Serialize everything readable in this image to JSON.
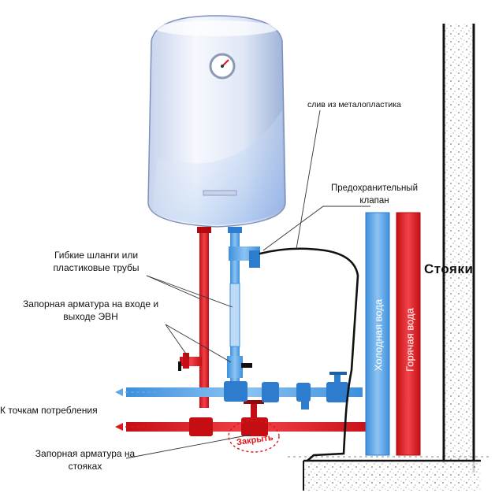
{
  "labels": {
    "drain": "слив из металопластика",
    "safety_valve": "Предохранительный клапан",
    "risers": "Стояки",
    "hoses": "Гибкие шланги или пластиковые трубы",
    "shutoff_ewh": "Запорная арматура на входе и выходе ЭВН",
    "consumption": "К точкам потребления",
    "shutoff_risers": "Запорная арматура на стояках",
    "close": "Закрыть",
    "cold_water": "Холодная вода",
    "hot_water": "Горячая вода"
  },
  "colors": {
    "cold_pipe": "#5fa8e8",
    "hot_pipe": "#e3141b",
    "tank_body": "#dde6f5",
    "tank_shadow": "#9fb3d9",
    "wall_ink": "#111111"
  }
}
